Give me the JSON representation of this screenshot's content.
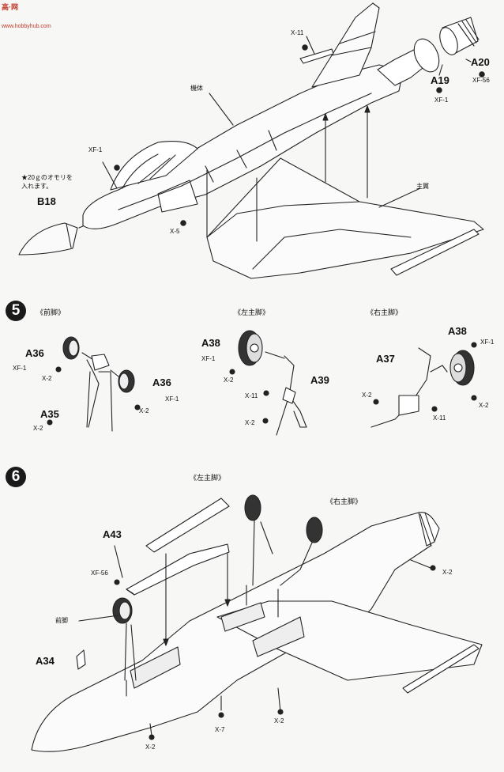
{
  "watermark": {
    "logo_text": "高·网",
    "site": "www.hobbyhub.com"
  },
  "step4": {
    "labels": {
      "X11": "X-11",
      "fuselage": "機体",
      "A20": "A20",
      "XF56": "XF-56",
      "A19": "A19",
      "XF1a": "XF-1",
      "XF1b": "XF-1",
      "weight_note": "★20ｇのオモリを\n入れます。",
      "B18": "B18",
      "X5": "X-5",
      "main_wing": "主翼"
    }
  },
  "step5": {
    "number": "5",
    "front_gear": {
      "title": "《前脚》",
      "A36_left": "A36",
      "XF1_left": "XF-1",
      "X2_left": "X-2",
      "A36_right": "A36",
      "XF1_right": "XF-1",
      "X2_right": "X-2",
      "A35": "A35",
      "X2_bottom": "X-2"
    },
    "left_main": {
      "title": "《左主脚》",
      "A38": "A38",
      "XF1": "XF-1",
      "X2_top": "X-2",
      "A39": "A39",
      "X11": "X-11",
      "X2_bottom": "X-2"
    },
    "right_main": {
      "title": "《右主脚》",
      "A38": "A38",
      "XF1": "XF-1",
      "A37": "A37",
      "X2_left": "X-2",
      "X11": "X-11",
      "X2_right": "X-2"
    }
  },
  "step6": {
    "number": "6",
    "left_main_title": "《左主脚》",
    "right_main_title": "《右主脚》",
    "A43": "A43",
    "XF56": "XF-56",
    "front_gear": "前脚",
    "A34": "A34",
    "X2_right": "X-2",
    "X7": "X-7",
    "X2_bottom_left": "X-2",
    "X2_bottom_mid": "X-2"
  }
}
